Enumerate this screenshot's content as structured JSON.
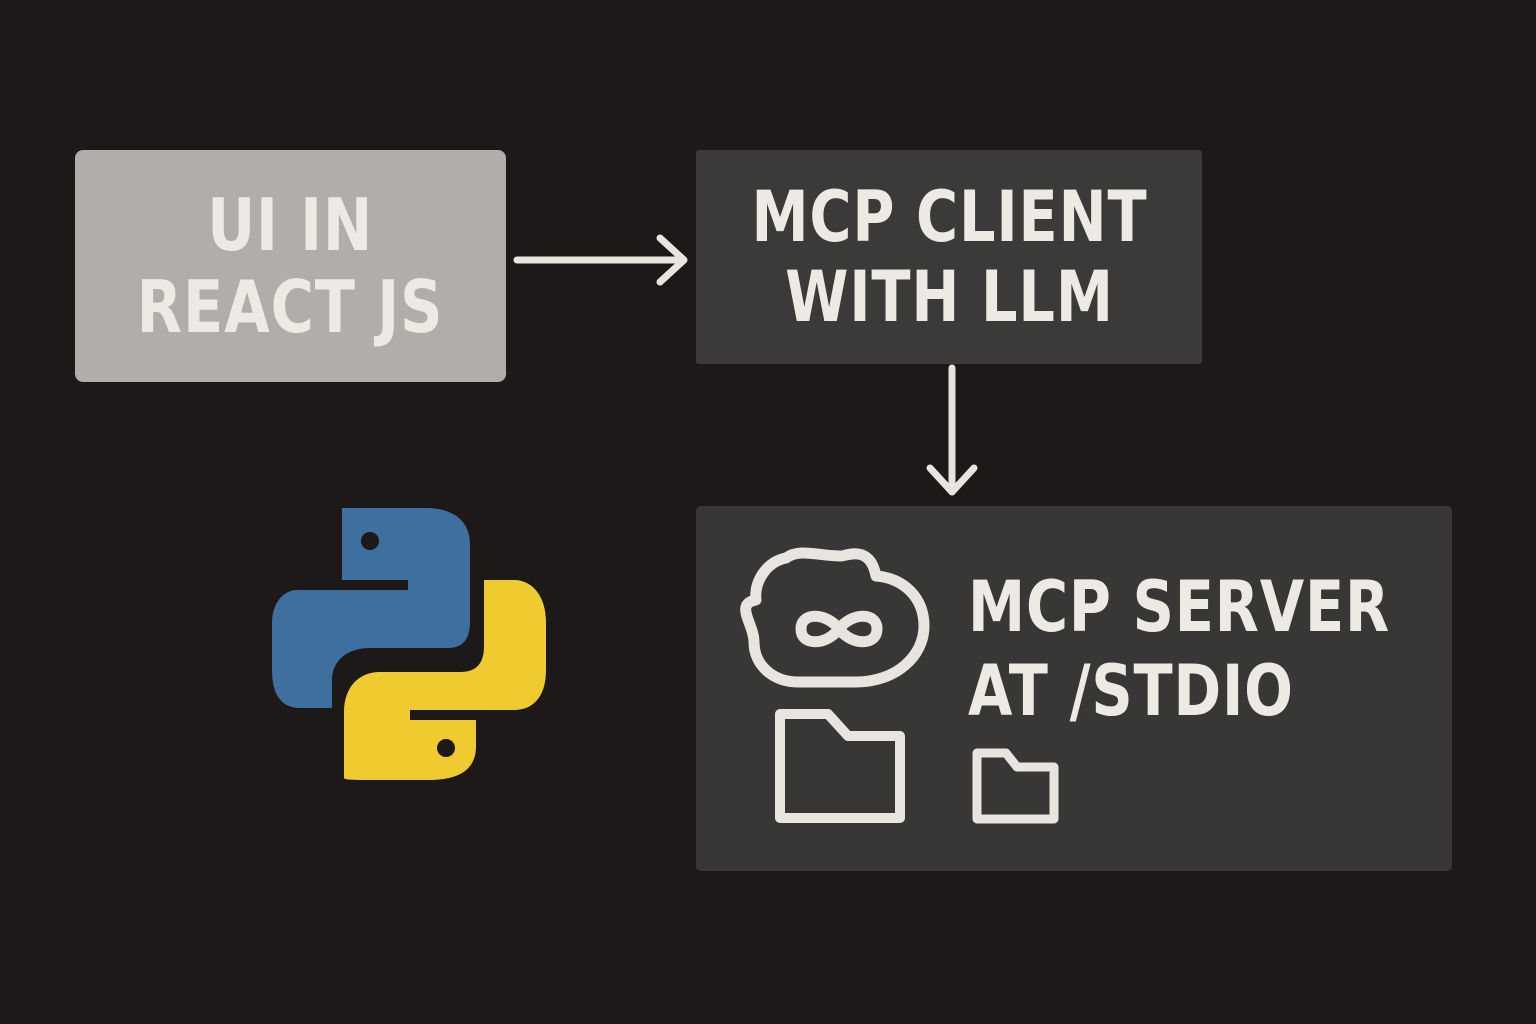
{
  "nodes": {
    "ui": {
      "lines": [
        "UI IN",
        "REACT JS"
      ]
    },
    "client": {
      "lines": [
        "MCP CLIENT",
        "WITH LLM"
      ]
    },
    "server": {
      "lines": [
        "MCP SERVER",
        "AT /STDIO"
      ]
    }
  },
  "icons": {
    "logo": "python-logo",
    "server_cloud": "cloud-infinity-icon",
    "server_folder_large": "folder-icon",
    "server_folder_small": "folder-icon"
  },
  "colors": {
    "background": "#1c1918",
    "ui_box": "#b0adaa",
    "client_box": "#3c3a38",
    "server_box": "#393735",
    "text": "#edeae4",
    "line": "#e8e5df",
    "python_blue": "#3e6f9e",
    "python_yellow": "#f0cb2f"
  }
}
